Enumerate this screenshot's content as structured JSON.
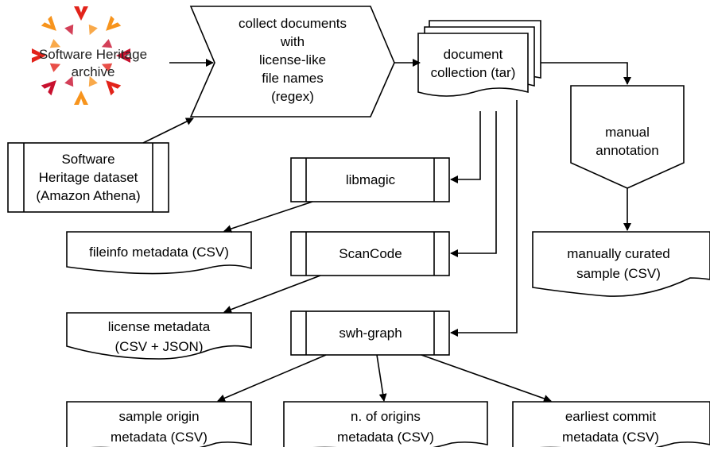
{
  "logo": {
    "name": "software-heritage-logo",
    "line1": "Software Heritage",
    "line2": "archive",
    "colors": [
      "#e2231a",
      "#f7941d",
      "#c8102e"
    ]
  },
  "nodes": {
    "collect": {
      "lines": [
        "collect documents",
        "with",
        "license-like",
        "file names",
        "(regex)"
      ]
    },
    "dataset": {
      "lines": [
        "Software",
        "Heritage dataset",
        "(Amazon Athena)"
      ]
    },
    "collection": {
      "lines": [
        "document",
        "collection (tar)"
      ]
    },
    "manual": {
      "lines": [
        "manual",
        "annotation"
      ]
    },
    "libmagic": {
      "label": "libmagic"
    },
    "scancode": {
      "label": "ScanCode"
    },
    "swhgraph": {
      "label": "swh-graph"
    },
    "fileinfo": {
      "label": "fileinfo metadata (CSV)"
    },
    "license": {
      "lines": [
        "license metadata",
        "(CSV + JSON)"
      ]
    },
    "curated": {
      "lines": [
        "manually curated",
        "sample (CSV)"
      ]
    },
    "sample_origin": {
      "lines": [
        "sample origin",
        "metadata (CSV)"
      ]
    },
    "n_origins": {
      "lines": [
        "n. of origins",
        "metadata (CSV)"
      ]
    },
    "earliest": {
      "lines": [
        "earliest commit",
        "metadata (CSV)"
      ]
    }
  }
}
